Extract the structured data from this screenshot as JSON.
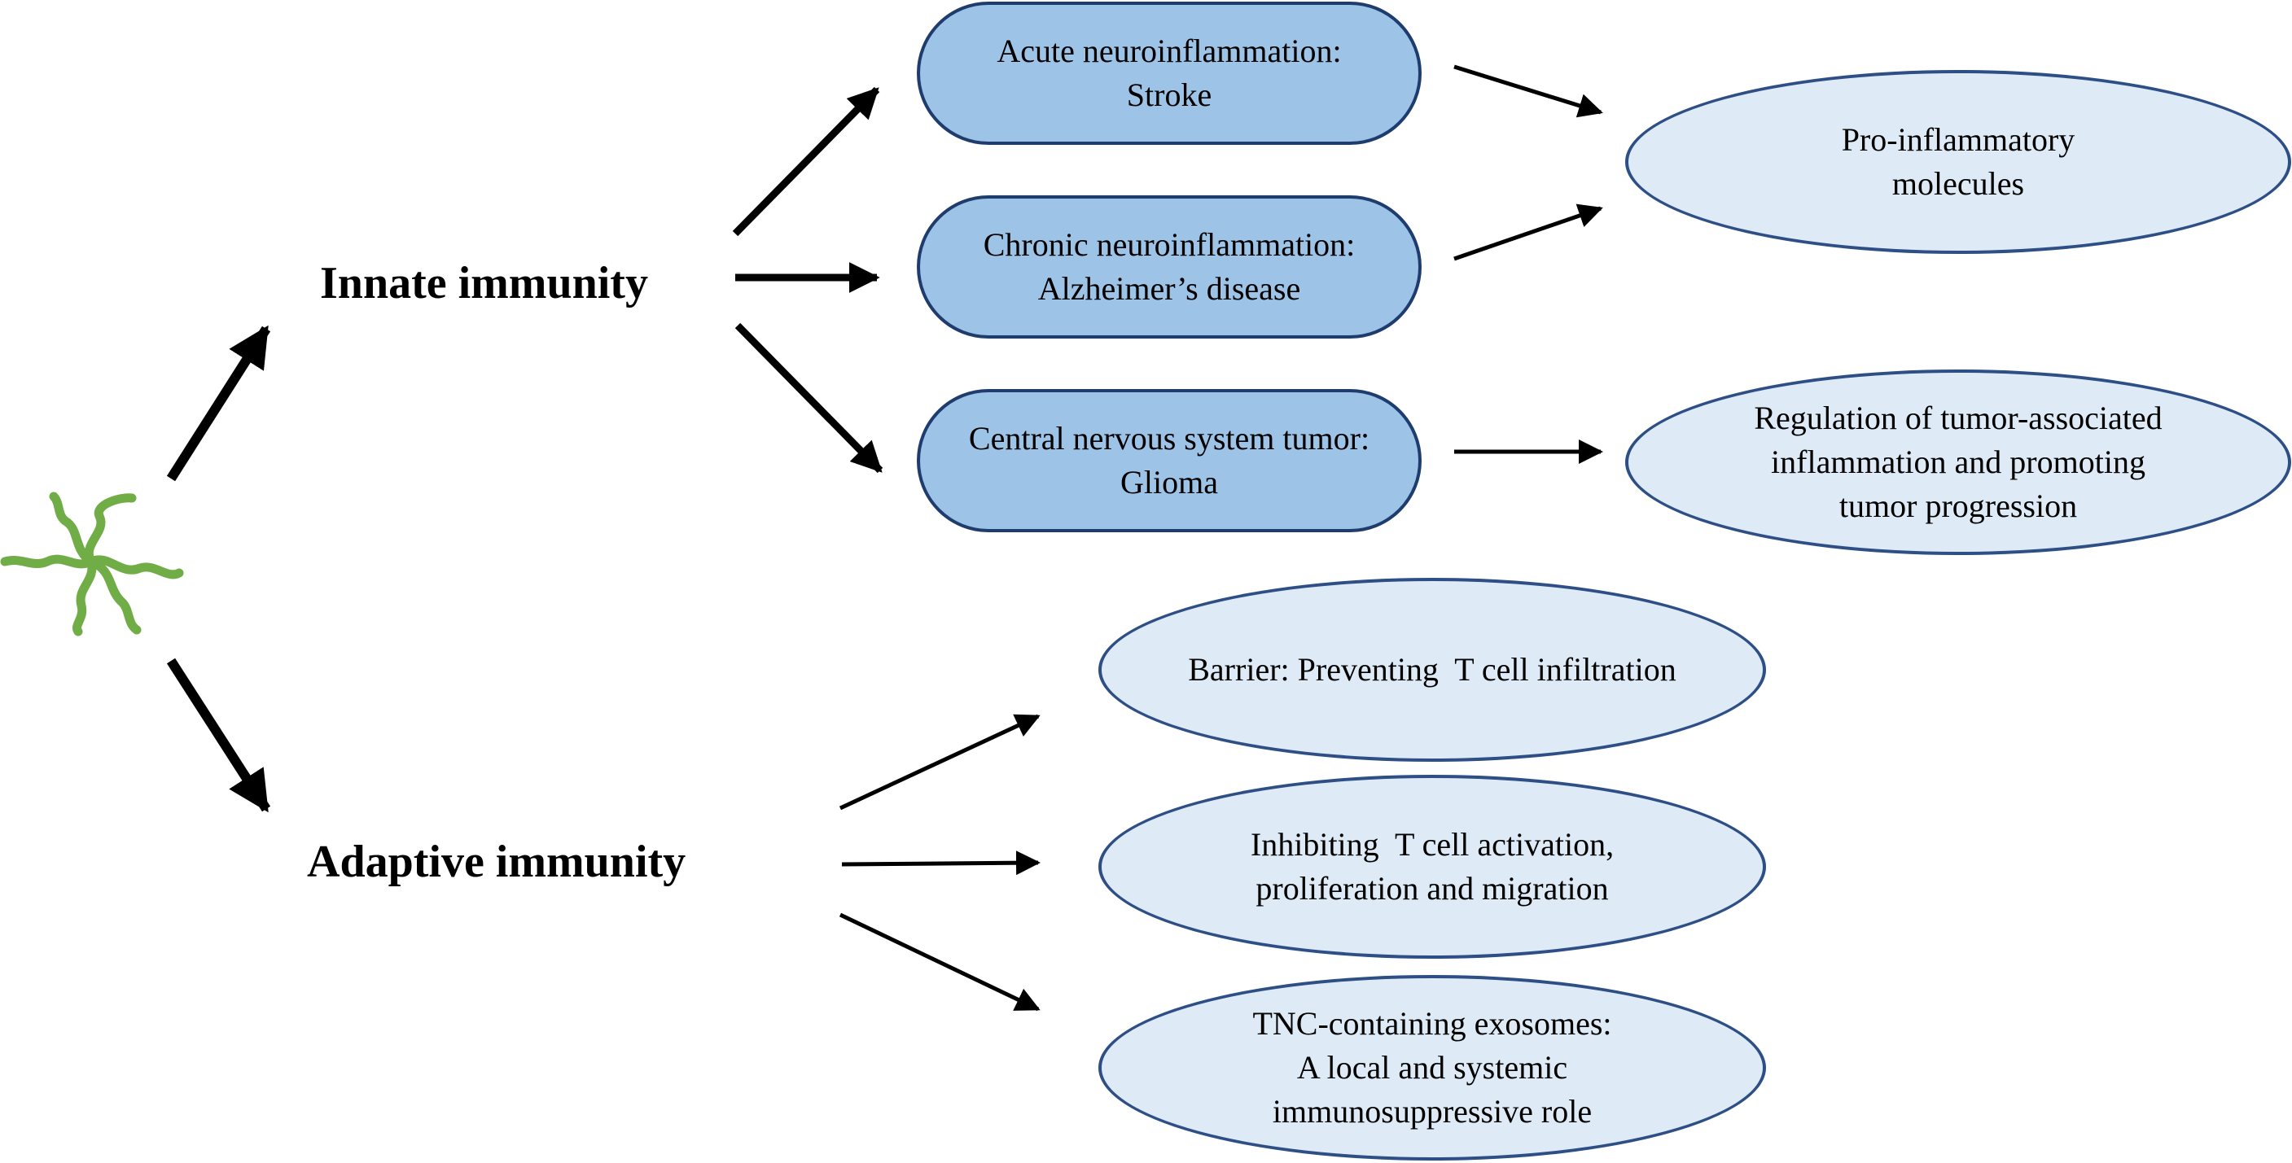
{
  "colors": {
    "pill_fill": "#9dc3e6",
    "pill_border": "#1f3c6e",
    "oval_fill": "#deebf7",
    "oval_border": "#2e4f86",
    "tnc_icon": "#70ad47",
    "arrow": "#000000"
  },
  "source": {
    "icon": "tenascin-c-molecule-icon"
  },
  "branches": {
    "innate": "Innate immunity",
    "adaptive": "Adaptive immunity"
  },
  "innate_nodes": [
    {
      "line1": "Acute neuroinflammation:",
      "line2": "Stroke"
    },
    {
      "line1": "Chronic neuroinflammation:",
      "line2": "Alzheimer’s disease"
    },
    {
      "line1": "Central nervous system tumor:",
      "line2": "Glioma"
    }
  ],
  "innate_outcomes": [
    {
      "line1": "Pro-inflammatory",
      "line2": "molecules"
    },
    {
      "line1": "Regulation of tumor-associated",
      "line2": "inflammation and promoting",
      "line3": "tumor progression"
    }
  ],
  "adaptive_nodes": [
    {
      "line1": "Barrier: Preventing  T cell infiltration"
    },
    {
      "line1": "Inhibiting  T cell activation,",
      "line2": "proliferation and migration"
    },
    {
      "line1": "TNC-containing exosomes:",
      "line2": "A local and systemic",
      "line3": "immunosuppressive role"
    }
  ]
}
